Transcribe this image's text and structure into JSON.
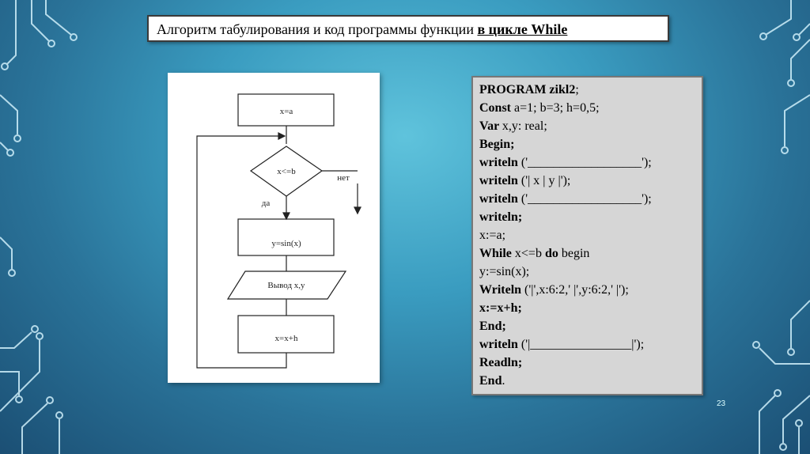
{
  "title": {
    "prefix": "Алгоритм табулирования  и код программы функции ",
    "underlined": "в цикле While"
  },
  "flowchart": {
    "init": "x=a",
    "condition": "x<=b",
    "no_label": "нет",
    "yes_label": "да",
    "compute": "y=sin(x)",
    "output": "Вывод x,y",
    "increment": "x=x+h"
  },
  "code": [
    [
      {
        "t": "PROGRAM zikl2",
        "b": true
      },
      {
        "t": ";",
        "b": false
      }
    ],
    [
      {
        "t": "Const ",
        "b": true
      },
      {
        "t": "a=1; b=3; h=0,5;",
        "b": false
      }
    ],
    [
      {
        "t": "Var ",
        "b": true
      },
      {
        "t": "x,y: real;",
        "b": false
      }
    ],
    [
      {
        "t": "Begin;",
        "b": true
      }
    ],
    [
      {
        "t": "writeln ",
        "b": true
      },
      {
        "t": "('__________________');",
        "b": false
      }
    ],
    [
      {
        "t": "writeln ",
        "b": true
      },
      {
        "t": "('| x | y |');",
        "b": false
      }
    ],
    [
      {
        "t": "writeln ",
        "b": true
      },
      {
        "t": "('__________________');",
        "b": false
      }
    ],
    [
      {
        "t": "writeln;",
        "b": true
      }
    ],
    [
      {
        "t": "x:=a;",
        "b": false
      }
    ],
    [
      {
        "t": "While ",
        "b": true
      },
      {
        "t": "x<=b ",
        "b": false
      },
      {
        "t": "do ",
        "b": true
      },
      {
        "t": "begin",
        "b": false
      }
    ],
    [
      {
        "t": "y:=sin(x);",
        "b": false
      }
    ],
    [
      {
        "t": "Writeln ",
        "b": true
      },
      {
        "t": "('|',x:6:2,' |',y:6:2,' |');",
        "b": false
      }
    ],
    [
      {
        "t": "x:=x+h;",
        "b": true
      }
    ],
    [
      {
        "t": "End;",
        "b": true
      }
    ],
    [
      {
        "t": "writeln ",
        "b": true
      },
      {
        "t": "('|________________|');",
        "b": false
      }
    ],
    [
      {
        "t": "Readln;",
        "b": true
      }
    ],
    [
      {
        "t": "End",
        "b": true
      },
      {
        "t": ".",
        "b": false
      }
    ]
  ],
  "slide_number": "23",
  "colors": {
    "circuit": "#cfeffa",
    "code_bg": "#d6d6d6"
  }
}
